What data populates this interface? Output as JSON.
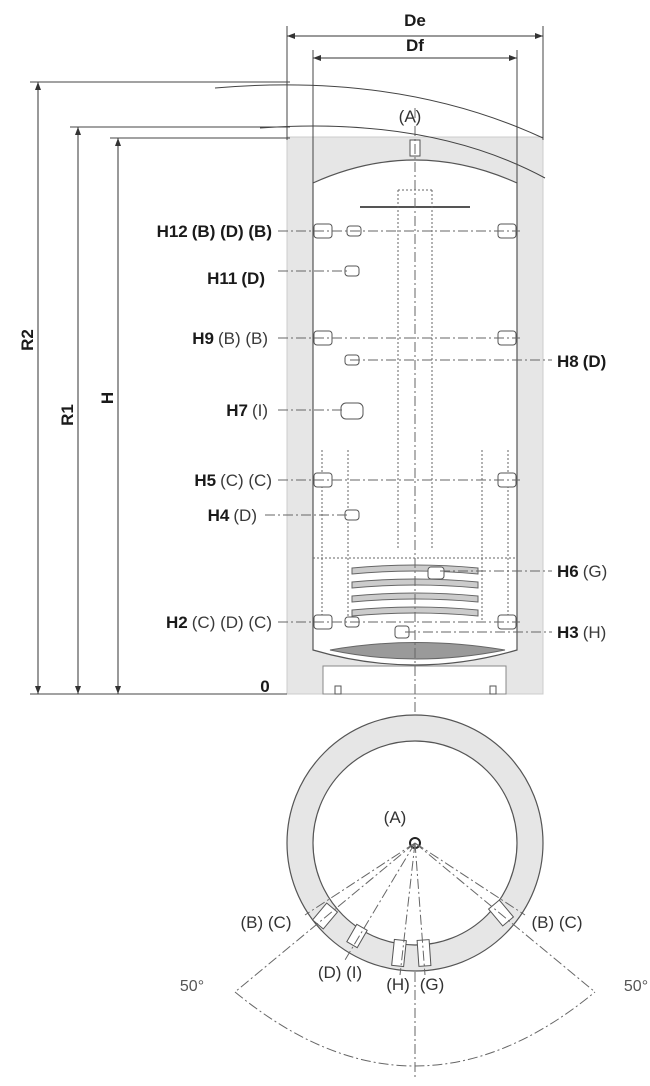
{
  "dimensions": {
    "de": "De",
    "df": "Df",
    "r2": "R2",
    "r1": "R1",
    "h": "H",
    "zero": "0"
  },
  "levels": [
    {
      "code": "H12",
      "suffix": "(B) (D) (B)",
      "suffix_bold": true
    },
    {
      "code": "H11",
      "suffix": "(D)",
      "suffix_bold": true
    },
    {
      "code": "H9",
      "suffix": "(B) (B)",
      "suffix_bold": false
    },
    {
      "code": "H8",
      "suffix": "(D)",
      "suffix_bold": true
    },
    {
      "code": "H7",
      "suffix": "(I)",
      "suffix_bold": false
    },
    {
      "code": "H5",
      "suffix": "(C) (C)",
      "suffix_bold": false
    },
    {
      "code": "H4",
      "suffix": "(D)",
      "suffix_bold": false
    },
    {
      "code": "H6",
      "suffix": "(G)",
      "suffix_bold": false
    },
    {
      "code": "H2",
      "suffix": "(C) (D) (C)",
      "suffix_bold": false
    },
    {
      "code": "H3",
      "suffix": "(H)",
      "suffix_bold": false
    }
  ],
  "top_view": {
    "a_top": "(A)",
    "a_center": "(A)",
    "left_bc": "(B) (C)",
    "right_bc": "(B) (C)",
    "di": "(D) (I)",
    "h": "(H)",
    "g": "(G)",
    "angle_left": "50°",
    "angle_right": "50°"
  }
}
